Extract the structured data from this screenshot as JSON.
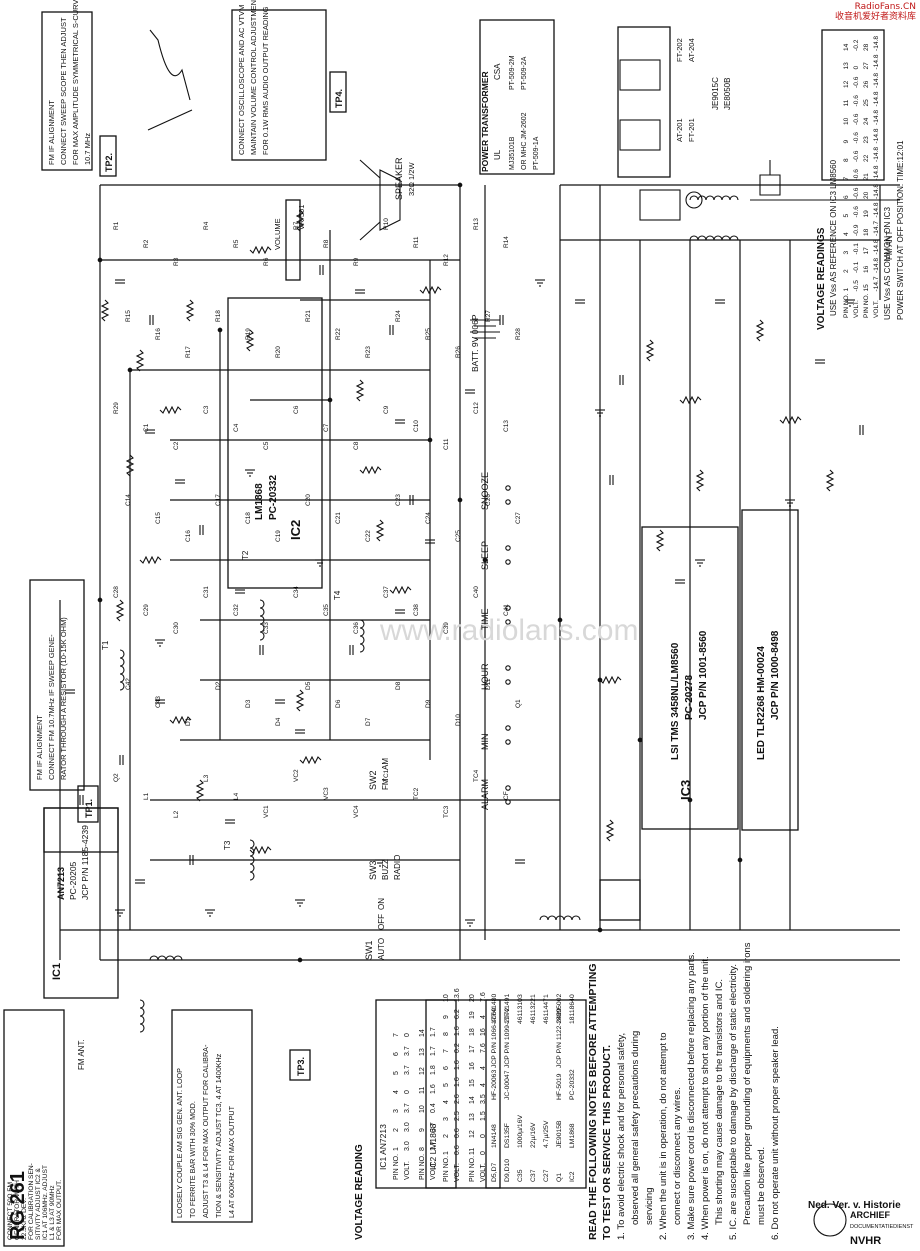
{
  "site": {
    "domain": "RadioFans.CN",
    "tagline": "收音机爱好者资料库"
  },
  "model": "RG 261",
  "watermark": "www.radiolans.com",
  "archive": {
    "line1": "Ned. Ver. v. Historie",
    "line2": "ARCHIEF",
    "line3": "DOCUMENTATIEDIENST",
    "line4": "NVHR"
  },
  "notes": {
    "heading1": "READ THE FOLLOWING NOTES BEFORE ATTEMPTING",
    "heading2": "TO TEST OR SERVICE THIS PRODUCT.",
    "items": [
      "1. To avoid electric shock and for personal safety,",
      "observed all general safety precautions during",
      "servicing",
      "2. When the unit is in operation, do not attempt to",
      "connect or disconnect any wires.",
      "3. Make sure power cord is disconnected before replacing any parts.",
      "4. When power is on, do not attempt to short any portion of the unit.",
      "This shorting may cause damage to the transistors and IC.",
      "5. IC. are susceptable to damage by discharge of static electricity.",
      "Precaution like proper grounding of equipments and soldering irons",
      "must be observed.",
      "6. Do not operate unit without proper speaker lead."
    ]
  },
  "voltage_reading": {
    "title": "VOLTAGE READING",
    "ic1_title": "IC1  AN7213",
    "ic1_rows": [
      [
        "PIN NO.",
        "1",
        "2",
        "3",
        "4",
        "5",
        "6",
        "7"
      ],
      [
        "VOLT.",
        "3.0",
        "3.0",
        "3.7",
        "0",
        "3.7",
        "3.7",
        "0"
      ],
      [
        "PIN NO.",
        "8",
        "9",
        "10",
        "11",
        "12",
        "13",
        "14"
      ],
      [
        "VOLT.",
        "1.7",
        "3.7",
        "0.4",
        "1.6",
        "1.8",
        "1.7",
        "1.7"
      ]
    ],
    "ic2_title": "IC2  LM1868",
    "ic2_rows": [
      [
        "PIN NO.",
        "1",
        "2",
        "3",
        "4",
        "5",
        "6",
        "7",
        "8",
        "9",
        "10"
      ],
      [
        "VOLT.",
        "0.6",
        "0.6",
        "2.5",
        "2.6",
        "1.6",
        "1.6",
        "0.2",
        "1.6",
        "6.2",
        "13.6"
      ],
      [
        "PIN NO.",
        "11",
        "12",
        "13",
        "14",
        "15",
        "16",
        "17",
        "18",
        "19",
        "20"
      ],
      [
        "VOLT.",
        "0",
        "0",
        "1.5",
        "3.5",
        "4",
        "4",
        "7.6",
        "16",
        "4",
        "7.6"
      ]
    ]
  },
  "parts_table": [
    [
      "D5,D7",
      "1N4148",
      "HF-20063",
      "JCP P/N 1066-4060",
      "17741480"
    ],
    [
      "D9,D10",
      "DS135F",
      "JC-00047",
      "JCP P/N 1099-2972",
      "17741491"
    ],
    [
      "C35",
      "1000µ/16V",
      "",
      "",
      "46113103"
    ],
    [
      "C37",
      "22µ/16V",
      "",
      "",
      "46113221"
    ],
    [
      "C27",
      "4.7µ/25V",
      "",
      "",
      "46114471"
    ],
    [
      "Q1",
      "JE9015B",
      "HF-5019",
      "JCP P/N 1122-2429",
      "18805002"
    ],
    [
      "IC2",
      "LM1868",
      "PC-20332",
      "",
      "18118640"
    ]
  ],
  "voltage_readings_ic3": {
    "title": "VOLTAGE READINGS",
    "note": "USE Vss AS REFERENCE ON IC3 LM8560",
    "rows": [
      [
        "PIN NO.",
        "1",
        "2",
        "3",
        "4",
        "5",
        "6",
        "7",
        "8",
        "9",
        "10",
        "11",
        "12",
        "13",
        "14"
      ],
      [
        "VOLT.",
        "-0.5",
        "-0.1",
        "-0.1",
        "-0.9",
        "-0.6",
        "-0.6",
        "-0.6",
        "-0.6",
        "-0.6",
        "-0.6",
        "-0.6",
        "-0.6",
        "0",
        "-0.2"
      ],
      [
        "PIN NO.",
        "15",
        "16",
        "17",
        "18",
        "19",
        "20",
        "21",
        "22",
        "23",
        "24",
        "25",
        "26",
        "27",
        "28"
      ],
      [
        "VOLT.",
        "-14.7",
        "-14.8",
        "-14.8",
        "-14.7",
        "-14.8",
        "-14.8",
        "-14.8",
        "-14.8",
        "-14.8",
        "-14.8",
        "-14.8",
        "-14.8",
        "-14.8",
        "-14.8"
      ]
    ],
    "footer1": "USE Vss AS COMMON ON IC3",
    "footer2": "POWER SWITCH AT OFF POSITION.   TIME:12:01"
  },
  "power_transformer": {
    "title": "POWER  TRANSFORMER",
    "cols": [
      "UL",
      "CSA"
    ],
    "rows": [
      [
        "MJ35101B",
        "PT-509-2M"
      ],
      [
        "OR MHC  JM-2602",
        "PT-509-2A"
      ],
      [
        "PT-509-1A",
        ""
      ]
    ]
  },
  "coil_labels": [
    "FT-202",
    "AT-204",
    "AT-201",
    "FT-201",
    "JE9015C",
    "JE8050B"
  ],
  "ic_labels": {
    "ic1": [
      "AN7213",
      "PC-20205",
      "JCP P/N 1185-4239"
    ],
    "ic2": [
      "LM1868",
      "PC-20332"
    ],
    "ic3": [
      "LSI TMS 3458NL/LM8560",
      "PC-20278",
      "JCP P/N 1001-8560"
    ],
    "led": [
      "LED TLR2268  HM-00024",
      "JCP P/N 1000-8498"
    ]
  },
  "boxes": {
    "fm_if_align_top": [
      "FM IF ALIGNMENT",
      "CONNECT SWEEP SCOPE THEN ADJUST",
      "FOR MAX AMPLITUDE SYMMETRICAL S-CURVE",
      "10.7 MHz"
    ],
    "scope_note": [
      "CONNECT OSCILLOSCOPE AND AC VTVM",
      "MAINTAIN VOLUME CONTROL ADJUSTMENT",
      "FOR 0.1W RMS AUDIO OUTPUT READING"
    ],
    "fm_if_align_mid": [
      "FM IF ALIGNMENT",
      "CONNECT FM 10.7MHz IF SWEEP GENE-",
      "RATOR THROUGH A RESISTOR (10-15K OHM)"
    ],
    "calib": [
      "CONNECT 50Ω FM",
      "GENERATOR WITH",
      "22.5KHz DEV.",
      "FOR CALIBRATION SEN-",
      "SITIVITY ADJUST IC2 &",
      "IC1 AT 106MHz. ADJUST",
      "L1 & L3 AT 90MHz",
      "FOR MAX OUTPUT."
    ],
    "am_loop": [
      "LOOSELY COUPLE AM SIG GEN. ANT. LOOP",
      "TO FERRITE BAR WITH 30% MOD.",
      "ADJUST T3 & L4 FOR MAX OUTPUT FOR CALIBRA-",
      "TION & SENSITIVITY ADJUST TC3, 4 AT 1400KHz",
      "L4 AT 600KHz FOR MAX OUTPUT"
    ]
  },
  "switch_labels": {
    "sw1": [
      "SW1",
      "AUTO",
      "OFF",
      "ON"
    ],
    "sw2": [
      "SW2",
      "FM",
      "AM"
    ],
    "sw3": [
      "SW3",
      "BUZZ",
      "RADIO"
    ],
    "buttons": [
      "SNOOZE",
      "SLEEP",
      "TIME",
      "HOUR",
      "MIN",
      "ALARM"
    ]
  },
  "test_points": [
    "TP2.",
    "TP4.",
    "TP1.",
    "TP3."
  ],
  "misc_labels": [
    "SPEAKER",
    "32Ω 1/2W",
    "FM ANT.",
    "FM ANT",
    "VOLUME",
    "VR-501",
    "BATT. 9V 006P",
    "T1",
    "T2",
    "T3",
    "T4"
  ],
  "component_labels": [
    "R1",
    "R2",
    "R3",
    "R4",
    "R5",
    "R6",
    "R7",
    "R8",
    "R9",
    "R10",
    "R11",
    "R12",
    "R13",
    "R14",
    "R15",
    "R16",
    "R17",
    "R18",
    "R19",
    "R20",
    "R21",
    "R22",
    "R23",
    "R24",
    "R25",
    "R26",
    "R27",
    "R28",
    "R29",
    "C1",
    "C2",
    "C3",
    "C4",
    "C5",
    "C6",
    "C7",
    "C8",
    "C9",
    "C10",
    "C11",
    "C12",
    "C13",
    "C14",
    "C15",
    "C16",
    "C17",
    "C18",
    "C19",
    "C20",
    "C21",
    "C22",
    "C23",
    "C24",
    "C25",
    "C26",
    "C27",
    "C28",
    "C29",
    "C30",
    "C31",
    "C32",
    "C33",
    "C34",
    "C35",
    "C36",
    "C37",
    "C38",
    "C39",
    "C40",
    "C41",
    "C42",
    "C43",
    "D1",
    "D2",
    "D3",
    "D4",
    "D5",
    "D6",
    "D7",
    "D8",
    "D9",
    "D10",
    "D11",
    "Q1",
    "Q2",
    "L1",
    "L2",
    "L3",
    "L4",
    "VC1",
    "VC2",
    "VC3",
    "VC4",
    "TC1",
    "TC2",
    "TC3",
    "TC4",
    "CF"
  ]
}
